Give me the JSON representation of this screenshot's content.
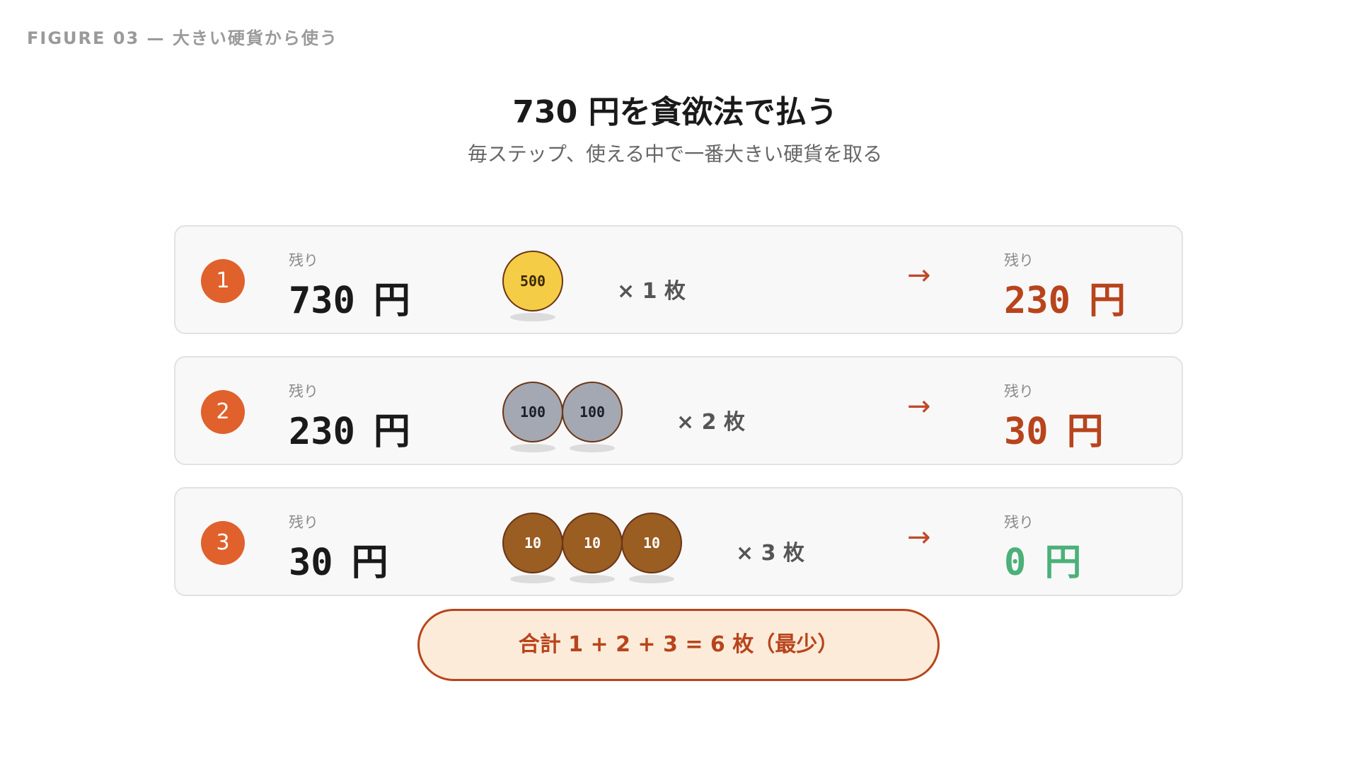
{
  "figure_label": "FIGURE 03 — 大きい硬貨から使う",
  "title": "730 円を貪欲法で払う",
  "subtitle": "毎ステップ、使える中で一番大きい硬貨を取る",
  "colors": {
    "accent": "#e0612b",
    "remaining_nonzero": "#b8441c",
    "remaining_zero": "#4cb07a",
    "coin_500": "#f5cc45",
    "coin_100": "#a3a8b2",
    "coin_10": "#9a5d22"
  },
  "steps": [
    {
      "number": "1",
      "before_label": "残り",
      "before_amount": "730",
      "before_unit": "円",
      "coins": [
        "500"
      ],
      "count_text": "× 1 枚",
      "arrow": "→",
      "after_label": "残り",
      "after_amount": "230",
      "after_unit": "円"
    },
    {
      "number": "2",
      "before_label": "残り",
      "before_amount": "230",
      "before_unit": "円",
      "coins": [
        "100",
        "100"
      ],
      "count_text": "× 2 枚",
      "arrow": "→",
      "after_label": "残り",
      "after_amount": "30",
      "after_unit": "円"
    },
    {
      "number": "3",
      "before_label": "残り",
      "before_amount": "30",
      "before_unit": "円",
      "coins": [
        "10",
        "10",
        "10"
      ],
      "count_text": "× 3 枚",
      "arrow": "→",
      "after_label": "残り",
      "after_amount": "0",
      "after_unit": "円"
    }
  ],
  "summary": "合計 1 + 2 + 3 = 6 枚（最少）"
}
